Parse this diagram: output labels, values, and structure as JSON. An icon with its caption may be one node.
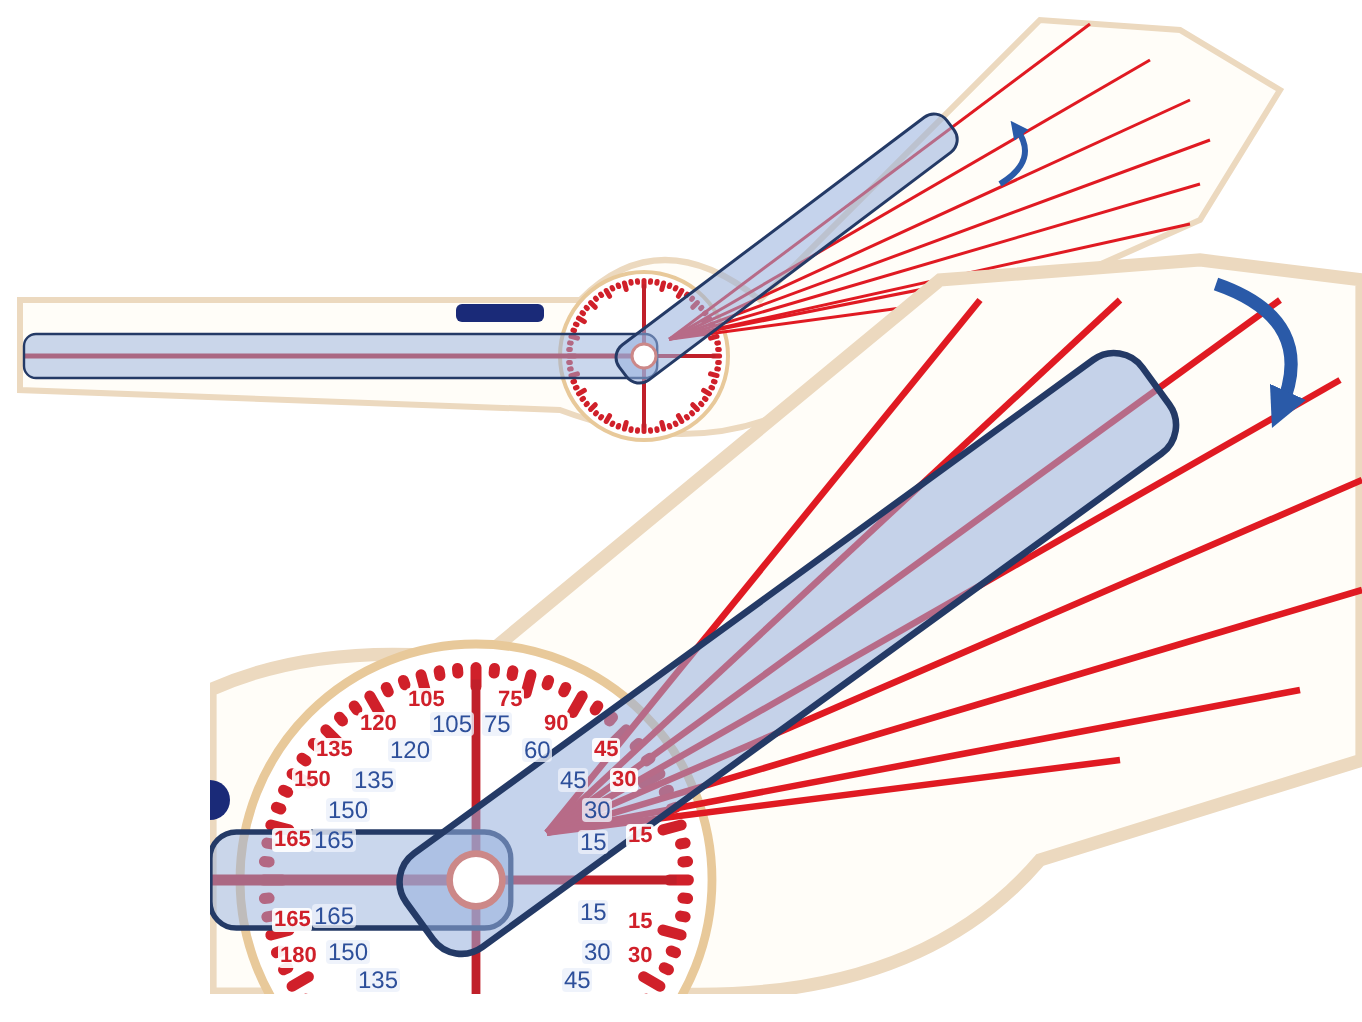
{
  "diagram": {
    "labels": [
      "105",
      "75",
      "120",
      "105",
      "75",
      "90",
      "135",
      "120",
      "60",
      "45",
      "150",
      "135",
      "45",
      "30",
      "150",
      "30",
      "165",
      "165",
      "15",
      "15",
      "165",
      "165",
      "15",
      "15",
      "180",
      "150",
      "30",
      "30",
      "135",
      "45"
    ]
  }
}
